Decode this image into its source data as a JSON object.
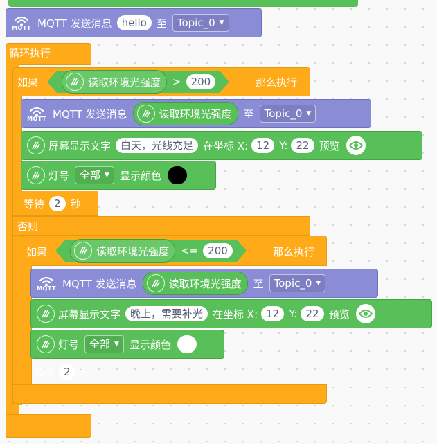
{
  "mqtt_icon_label": "MQTT",
  "send_label": "MQTT 发送消息",
  "to_label": "至",
  "then_label": "那么执行",
  "display_label": "屏幕显示文字",
  "at_coord_label": "在坐标 X:",
  "y_label": "Y:",
  "preview_label": "预览",
  "light_label": "灯号",
  "show_color_label": "显示颜色",
  "wait_label": "等待",
  "sec_label": "秒",
  "read_light_label": "读取环境光强度",
  "top_send": {
    "message": "hello",
    "topic": "Topic_0"
  },
  "loop": {
    "label": "循环执行"
  },
  "if_block": {
    "label": "如果",
    "operator": ">",
    "threshold": "200",
    "send_topic": "Topic_0",
    "display_text": "白天，光线充足",
    "x": "12",
    "y": "22",
    "light": "全部",
    "color": "#000000",
    "wait": "2"
  },
  "else_label": "否则",
  "inner_if": {
    "label": "如果",
    "operator": "<=",
    "threshold": "200",
    "send_topic": "Topic_0",
    "display_text": "晚上，需要补光",
    "x": "12",
    "y": "22",
    "light": "全部",
    "color": "#ffffff",
    "wait": "2"
  }
}
